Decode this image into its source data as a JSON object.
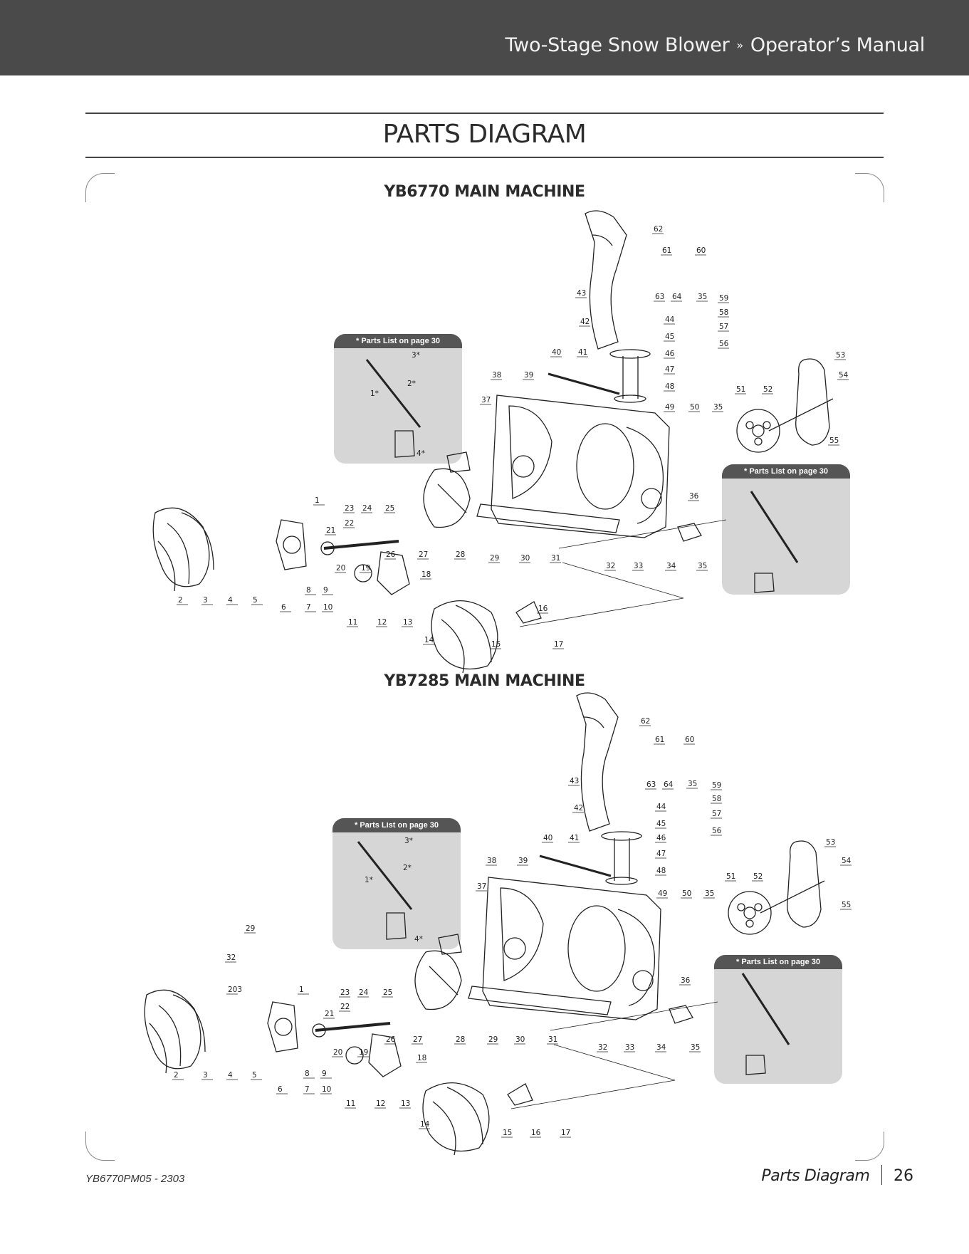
{
  "header": {
    "manual_title": "Two-Stage Snow Blower",
    "separator": "»",
    "doc_type": "Operator’s Manual"
  },
  "page_title": "PARTS DIAGRAM",
  "sections": [
    {
      "title": "YB6770 MAIN MACHINE",
      "inset_left": {
        "note": "* Parts List on page 30",
        "labels": [
          "3*",
          "2*",
          "1*",
          "4*"
        ]
      },
      "inset_right": {
        "note": "* Parts List on page 30"
      },
      "callouts": [
        "62",
        "61",
        "60",
        "43",
        "63",
        "64",
        "35",
        "59",
        "58",
        "57",
        "56",
        "42",
        "44",
        "45",
        "46",
        "47",
        "48",
        "40",
        "41",
        "38",
        "39",
        "37",
        "53",
        "54",
        "51",
        "52",
        "55",
        "49",
        "50",
        "35",
        "36",
        "1",
        "23",
        "24",
        "25",
        "21",
        "22",
        "26",
        "27",
        "28",
        "29",
        "30",
        "31",
        "32",
        "33",
        "34",
        "35",
        "20",
        "19",
        "18",
        "2",
        "3",
        "4",
        "5",
        "6",
        "7",
        "8",
        "9",
        "10",
        "11",
        "12",
        "13",
        "14",
        "15",
        "16",
        "17"
      ]
    },
    {
      "title": "YB7285 MAIN MACHINE",
      "inset_left": {
        "note": "* Parts List on page 30",
        "labels": [
          "3*",
          "2*",
          "1*",
          "4*"
        ]
      },
      "inset_right": {
        "note": "* Parts List on page 30"
      },
      "callouts": [
        "62",
        "61",
        "60",
        "43",
        "63",
        "64",
        "35",
        "59",
        "58",
        "57",
        "56",
        "42",
        "44",
        "45",
        "46",
        "47",
        "48",
        "40",
        "41",
        "38",
        "39",
        "37",
        "53",
        "54",
        "51",
        "52",
        "55",
        "49",
        "50",
        "35",
        "36",
        "29",
        "32",
        "203",
        "1",
        "23",
        "24",
        "25",
        "21",
        "22",
        "26",
        "27",
        "28",
        "29",
        "30",
        "31",
        "32",
        "33",
        "34",
        "35",
        "20",
        "19",
        "18",
        "2",
        "3",
        "4",
        "5",
        "6",
        "7",
        "8",
        "9",
        "10",
        "11",
        "12",
        "13",
        "14",
        "15",
        "16",
        "17"
      ]
    }
  ],
  "footer": {
    "doc_code": "YB6770PM05 - 2303",
    "section_name": "Parts Diagram",
    "page_number": "26"
  }
}
